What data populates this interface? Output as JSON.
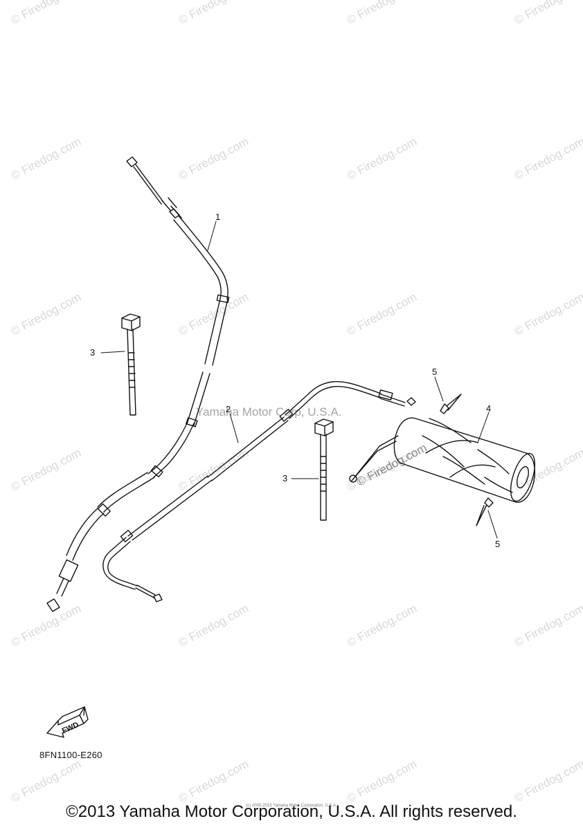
{
  "watermark": "© Firedog.com",
  "center_stamp": "Yamaha Motor Corp, U.S.A.",
  "grip_stamp": "© Firedog.com",
  "callouts": {
    "c1": "1",
    "c2": "2",
    "c3a": "3",
    "c3b": "3",
    "c4": "4",
    "c5a": "5",
    "c5b": "5"
  },
  "fwd_label": "FWD",
  "part_code": "8FN1100-E260",
  "small_print": "(c) 2005-2015 Yamaha Motor Corporation, U.S.A.",
  "copyright": "©2013 Yamaha Motor Corporation, U.S.A. All rights reserved.",
  "colors": {
    "line": "#111111",
    "watermark": "#d8d8d8"
  }
}
